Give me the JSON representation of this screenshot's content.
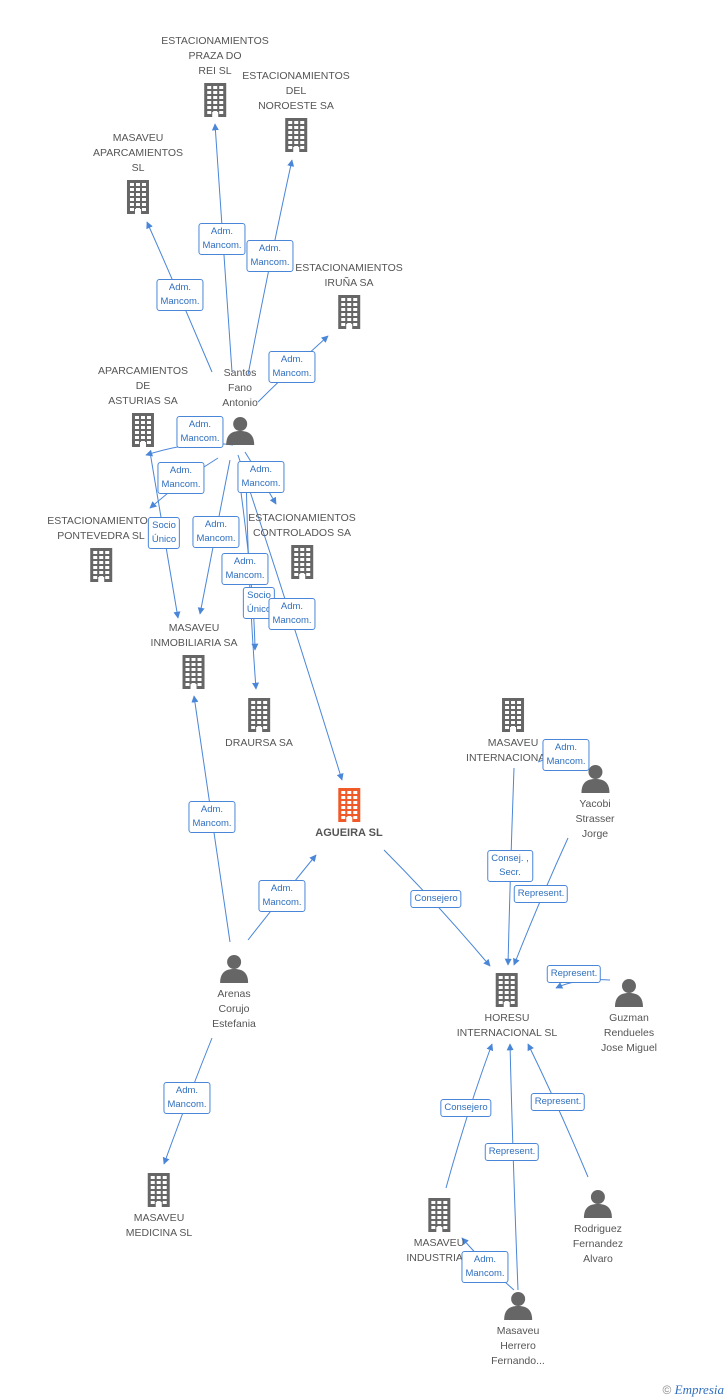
{
  "colors": {
    "edge": "#4a86d8",
    "icon": "#666666",
    "focus_icon": "#f05a28",
    "label_border": "#4a86d8",
    "label_text": "#2f6fbf"
  },
  "nodes": [
    {
      "id": "praza",
      "type": "company",
      "lines": [
        "ESTACIONAMIENTOS",
        "PRAZA DO",
        "REI SL"
      ],
      "label_pos": "above"
    },
    {
      "id": "noroeste",
      "type": "company",
      "lines": [
        "ESTACIONAMIENTOS",
        "DEL",
        "NOROESTE SA"
      ],
      "label_pos": "above"
    },
    {
      "id": "aparcamientos",
      "type": "company",
      "lines": [
        "MASAVEU",
        "APARCAMIENTOS",
        "SL"
      ],
      "label_pos": "above"
    },
    {
      "id": "iruna",
      "type": "company",
      "lines": [
        "ESTACIONAMIENTOS",
        "IRUÑA SA"
      ],
      "label_pos": "above"
    },
    {
      "id": "santos",
      "type": "person",
      "lines": [
        "Santos",
        "Fano",
        "Antonio"
      ],
      "label_pos": "above"
    },
    {
      "id": "asturias",
      "type": "company",
      "lines": [
        "APARCAMIENTOS",
        "DE",
        "ASTURIAS SA"
      ],
      "label_pos": "above"
    },
    {
      "id": "pontevedra",
      "type": "company",
      "lines": [
        "ESTACIONAMIENTOS",
        "PONTEVEDRA SL"
      ],
      "label_pos": "above"
    },
    {
      "id": "controlados",
      "type": "company",
      "lines": [
        "ESTACIONAMIENTOS",
        "CONTROLADOS SA"
      ],
      "label_pos": "above"
    },
    {
      "id": "inmobiliaria",
      "type": "company",
      "lines": [
        "MASAVEU",
        "INMOBILIARIA SA"
      ],
      "label_pos": "above"
    },
    {
      "id": "draursa",
      "type": "company",
      "lines": [
        "DRAURSA SA"
      ],
      "label_pos": "below"
    },
    {
      "id": "agueira",
      "type": "company",
      "focus": true,
      "lines": [
        "AGUEIRA SL"
      ],
      "label_pos": "below"
    },
    {
      "id": "masaveu_int",
      "type": "company",
      "lines": [
        "MASAVEU",
        "INTERNACIONAL..."
      ],
      "label_pos": "below"
    },
    {
      "id": "yacobi",
      "type": "person",
      "lines": [
        "Yacobi",
        "Strasser",
        "Jorge"
      ],
      "label_pos": "below"
    },
    {
      "id": "arenas",
      "type": "person",
      "lines": [
        "Arenas",
        "Corujo",
        "Estefania"
      ],
      "label_pos": "below"
    },
    {
      "id": "horesu",
      "type": "company",
      "lines": [
        "HORESU",
        "INTERNACIONAL SL"
      ],
      "label_pos": "below"
    },
    {
      "id": "guzman",
      "type": "person",
      "lines": [
        "Guzman",
        "Rendueles",
        "Jose Miguel"
      ],
      "label_pos": "below"
    },
    {
      "id": "medicina",
      "type": "company",
      "lines": [
        "MASAVEU",
        "MEDICINA  SL"
      ],
      "label_pos": "below"
    },
    {
      "id": "masaveu_ind",
      "type": "company",
      "lines": [
        "MASAVEU",
        "INDUSTRIA..."
      ],
      "label_pos": "below"
    },
    {
      "id": "rodriguez",
      "type": "person",
      "lines": [
        "Rodriguez",
        "Fernandez",
        "Alvaro"
      ],
      "label_pos": "below"
    },
    {
      "id": "herrero",
      "type": "person",
      "lines": [
        "Masaveu",
        "Herrero",
        "Fernando..."
      ],
      "label_pos": "below"
    }
  ],
  "edges": [
    {
      "from": "santos",
      "to": "praza",
      "lines": [
        "Adm.",
        "Mancom."
      ]
    },
    {
      "from": "santos",
      "to": "noroeste",
      "lines": [
        "Adm.",
        "Mancom."
      ]
    },
    {
      "from": "santos",
      "to": "aparcamientos",
      "lines": [
        "Adm.",
        "Mancom."
      ]
    },
    {
      "from": "santos",
      "to": "iruna",
      "lines": [
        "Adm.",
        "Mancom."
      ]
    },
    {
      "from": "santos",
      "to": "asturias",
      "lines": [
        "Adm.",
        "Mancom."
      ]
    },
    {
      "from": "santos",
      "to": "pontevedra",
      "lines": [
        "Adm.",
        "Mancom."
      ]
    },
    {
      "from": "santos",
      "to": "controlados",
      "lines": [
        "Adm.",
        "Mancom."
      ]
    },
    {
      "from": "asturias",
      "to": "inmobiliaria",
      "lines": [
        "Socio",
        "Único"
      ]
    },
    {
      "from": "santos",
      "to": "inmobiliaria",
      "lines": [
        "Adm.",
        "Mancom."
      ]
    },
    {
      "from": "santos",
      "to": "draursa",
      "lines": [
        "Adm.",
        "Mancom."
      ]
    },
    {
      "from": "santos",
      "to": "draursa",
      "lines": [
        "Socio",
        "Único"
      ]
    },
    {
      "from": "santos",
      "to": "agueira",
      "lines": [
        "Adm.",
        "Mancom."
      ]
    },
    {
      "from": "arenas",
      "to": "inmobiliaria",
      "lines": [
        "Adm.",
        "Mancom."
      ]
    },
    {
      "from": "arenas",
      "to": "agueira",
      "lines": [
        "Adm.",
        "Mancom."
      ]
    },
    {
      "from": "arenas",
      "to": "medicina",
      "lines": [
        "Adm.",
        "Mancom."
      ]
    },
    {
      "from": "agueira",
      "to": "horesu",
      "lines": [
        "Consejero"
      ]
    },
    {
      "from": "masaveu_int",
      "to": "horesu",
      "lines": [
        "Consej. ,",
        "Secr."
      ]
    },
    {
      "from": "yacobi",
      "to": "horesu",
      "lines": [
        "Represent."
      ]
    },
    {
      "from": "yacobi",
      "to": "masaveu_int",
      "lines": [
        "Adm.",
        "Mancom."
      ]
    },
    {
      "from": "guzman",
      "to": "horesu",
      "lines": [
        "Represent."
      ]
    },
    {
      "from": "masaveu_ind",
      "to": "horesu",
      "lines": [
        "Consejero"
      ]
    },
    {
      "from": "herrero",
      "to": "horesu",
      "lines": [
        "Represent."
      ]
    },
    {
      "from": "rodriguez",
      "to": "horesu",
      "lines": [
        "Represent."
      ]
    },
    {
      "from": "herrero",
      "to": "masaveu_ind",
      "lines": [
        "Adm.",
        "Mancom."
      ]
    }
  ],
  "brand": {
    "copyright": "©",
    "name": "Empresia"
  }
}
